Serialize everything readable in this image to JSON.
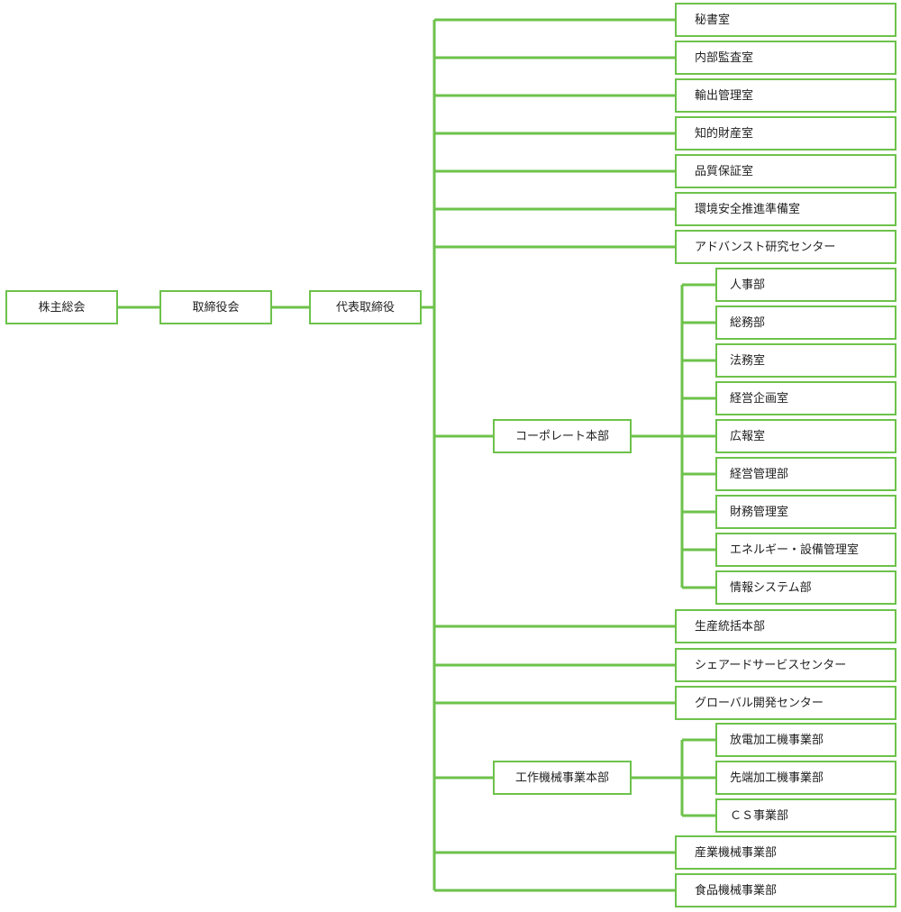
{
  "line_color": "#6dc24b",
  "box_border_color": "#6dc24b",
  "text_color": "#222222",
  "chain": [
    "株主総会",
    "取締役会",
    "代表取締役"
  ],
  "departments": [
    {
      "label": "秘書室"
    },
    {
      "label": "内部監査室"
    },
    {
      "label": "輸出管理室"
    },
    {
      "label": "知的財産室"
    },
    {
      "label": "品質保証室"
    },
    {
      "label": "環境安全推進準備室"
    },
    {
      "label": "アドバンスト研究センター"
    },
    {
      "label": "コーポレート本部",
      "children": [
        "人事部",
        "総務部",
        "法務室",
        "経営企画室",
        "広報室",
        "経営管理部",
        "財務管理室",
        "エネルギー・設備管理室",
        "情報システム部"
      ]
    },
    {
      "label": "生産統括本部"
    },
    {
      "label": "シェアードサービスセンター"
    },
    {
      "label": "グローバル開発センター"
    },
    {
      "label": "工作機械事業本部",
      "children": [
        "放電加工機事業部",
        "先端加工機事業部",
        "ＣＳ事業部"
      ]
    },
    {
      "label": "産業機械事業部"
    },
    {
      "label": "食品機械事業部"
    }
  ]
}
